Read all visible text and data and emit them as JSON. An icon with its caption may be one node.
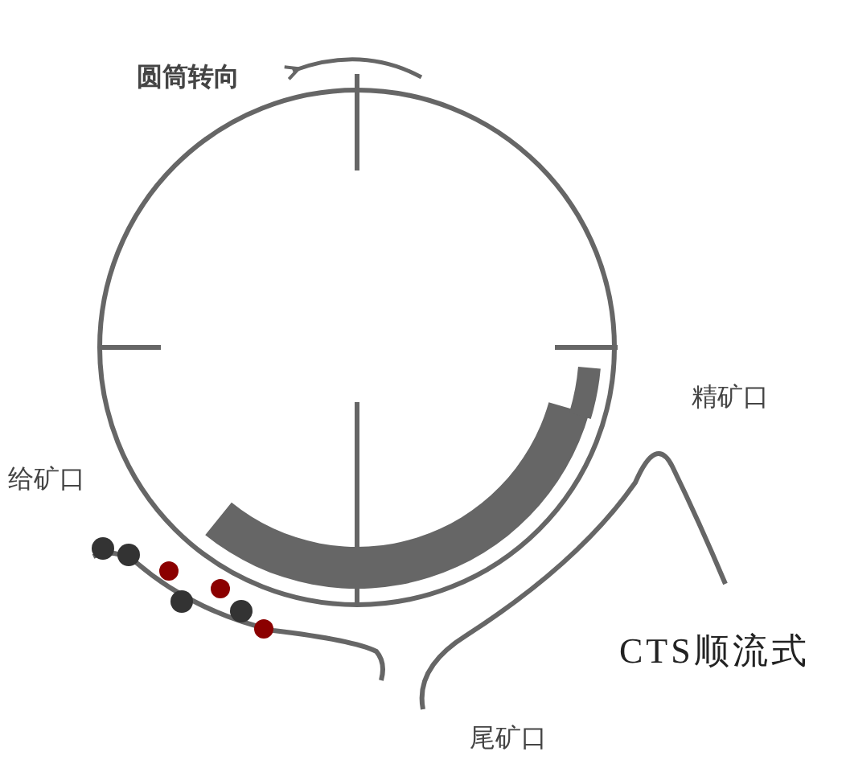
{
  "diagram": {
    "caption": "CTS顺流式",
    "labels": [
      "圆筒转向",
      "精矿口",
      "给矿口",
      "尾矿口"
    ]
  }
}
